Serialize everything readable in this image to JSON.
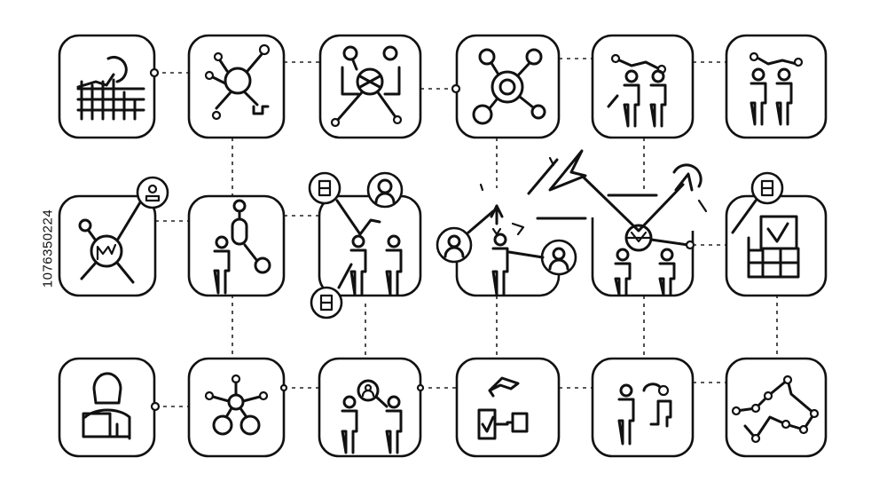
{
  "watermark": {
    "stock_id": "1076350224"
  },
  "tiles": [
    {
      "row": 1,
      "col": 1,
      "icon": "grid-chart-icon"
    },
    {
      "row": 1,
      "col": 2,
      "icon": "network-hub-icon"
    },
    {
      "row": 1,
      "col": 3,
      "icon": "team-network-icon"
    },
    {
      "row": 1,
      "col": 4,
      "icon": "network-node-icon"
    },
    {
      "row": 1,
      "col": 5,
      "icon": "people-growth-icon"
    },
    {
      "row": 1,
      "col": 6,
      "icon": "people-connection-icon"
    },
    {
      "row": 2,
      "col": 1,
      "icon": "analytics-hub-icon"
    },
    {
      "row": 2,
      "col": 2,
      "icon": "person-network-icon"
    },
    {
      "row": 2,
      "col": 3,
      "icon": "collaboration-icon"
    },
    {
      "row": 2,
      "col": 4,
      "icon": "user-connections-icon"
    },
    {
      "row": 2,
      "col": 5,
      "icon": "team-growth-icon"
    },
    {
      "row": 2,
      "col": 6,
      "icon": "checklist-grid-icon"
    },
    {
      "row": 3,
      "col": 1,
      "icon": "user-computer-icon"
    },
    {
      "row": 3,
      "col": 2,
      "icon": "molecule-network-icon"
    },
    {
      "row": 3,
      "col": 3,
      "icon": "people-communication-icon"
    },
    {
      "row": 3,
      "col": 4,
      "icon": "task-flow-icon"
    },
    {
      "row": 3,
      "col": 5,
      "icon": "people-exchange-icon"
    },
    {
      "row": 3,
      "col": 6,
      "icon": "line-graph-icon"
    }
  ]
}
